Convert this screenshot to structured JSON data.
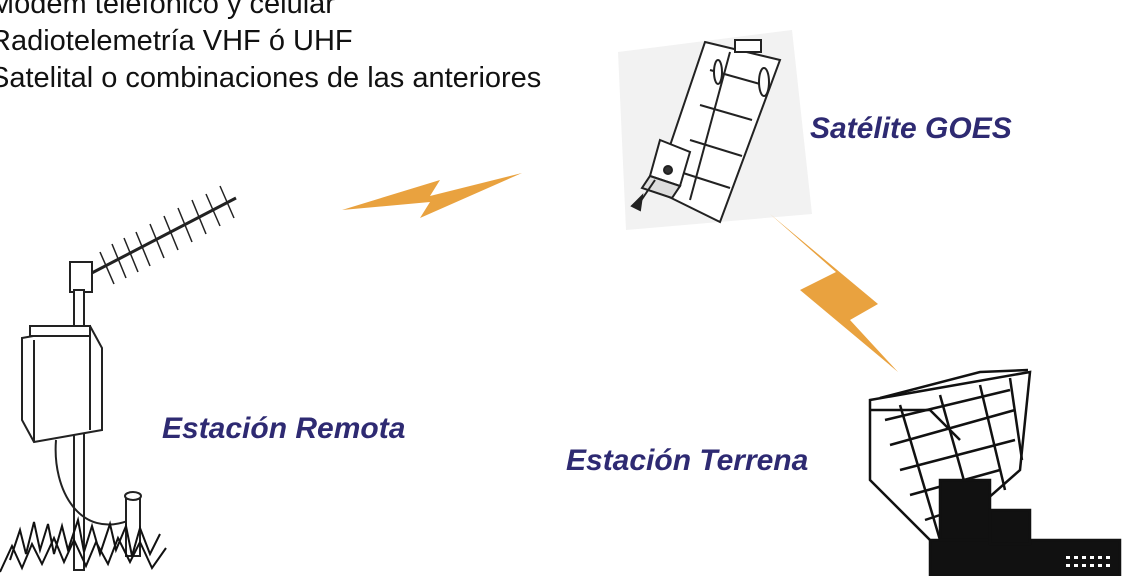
{
  "bullets": [
    "Modem telefónico y celular",
    "Radiotelemetría VHF ó UHF",
    "Satelital o combinaciones de las anteriores"
  ],
  "labels": {
    "satellite": "Satélite GOES",
    "remote_station": "Estación Remota",
    "ground_station": "Estación Terrena"
  },
  "colors": {
    "label_text": "#2e2a72",
    "signal_bolt": "#e9a23f",
    "body_text": "#111111"
  },
  "icons": {
    "satellite": "satellite-illustration",
    "remote": "antenna-station-illustration",
    "ground": "satellite-dish-illustration",
    "signal": "lightning-bolt"
  }
}
